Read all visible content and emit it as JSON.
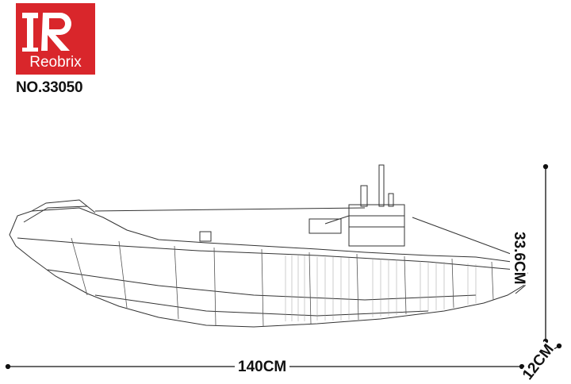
{
  "brand": {
    "name": "Reobrix",
    "color": "#d9262b"
  },
  "model": {
    "number": "NO.33050"
  },
  "dimensions": {
    "length": "140CM",
    "height": "33.6CM",
    "width": "12CM"
  }
}
